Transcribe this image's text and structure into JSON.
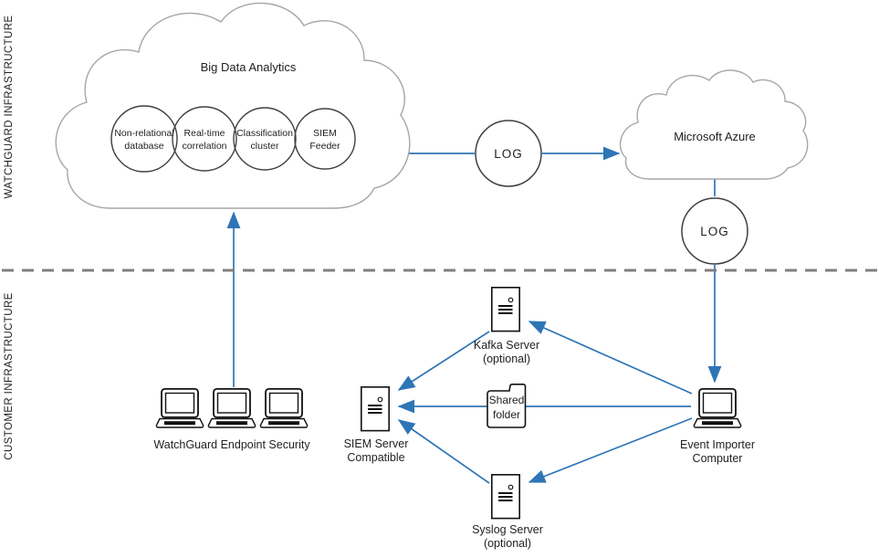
{
  "zones": {
    "watchguard_label": "WATCHGUARD INFRASTRUCTURE",
    "customer_label": "CUSTOMER INFRASTRUCTURE"
  },
  "big_data_cloud": {
    "title": "Big Data Analytics",
    "nodes": [
      {
        "id": "non-relational-database",
        "lines": [
          "Non-relational",
          "database"
        ]
      },
      {
        "id": "real-time-correlation",
        "lines": [
          "Real-time",
          "correlation"
        ]
      },
      {
        "id": "classification-cluster",
        "lines": [
          "Classification",
          "cluster"
        ]
      },
      {
        "id": "siem-feeder",
        "lines": [
          "SIEM",
          "Feeder"
        ]
      }
    ]
  },
  "azure_cloud": {
    "title": "Microsoft Azure"
  },
  "log_badges": {
    "between_clouds": "LOG",
    "below_azure": "LOG"
  },
  "customer_devices": {
    "endpoint_security": {
      "label": "WatchGuard Endpoint Security"
    },
    "siem_server": {
      "lines": [
        "SIEM Server",
        "Compatible"
      ]
    },
    "kafka_server": {
      "lines": [
        "Kafka Server",
        "(optional)"
      ]
    },
    "shared_folder": {
      "lines": [
        "Shared",
        "folder"
      ]
    },
    "syslog_server": {
      "lines": [
        "Syslog Server",
        "(optional)"
      ]
    },
    "event_importer": {
      "lines": [
        "Event Importer",
        "Computer"
      ]
    }
  },
  "colors": {
    "arrow_blue": "#2e75b6",
    "divider_gray": "#7f7f7f",
    "cloud_outline": "#a6a6a6",
    "shape_outline": "#404040",
    "icon_outline": "#111111",
    "background": "#ffffff",
    "text": "#1f1f1f"
  }
}
